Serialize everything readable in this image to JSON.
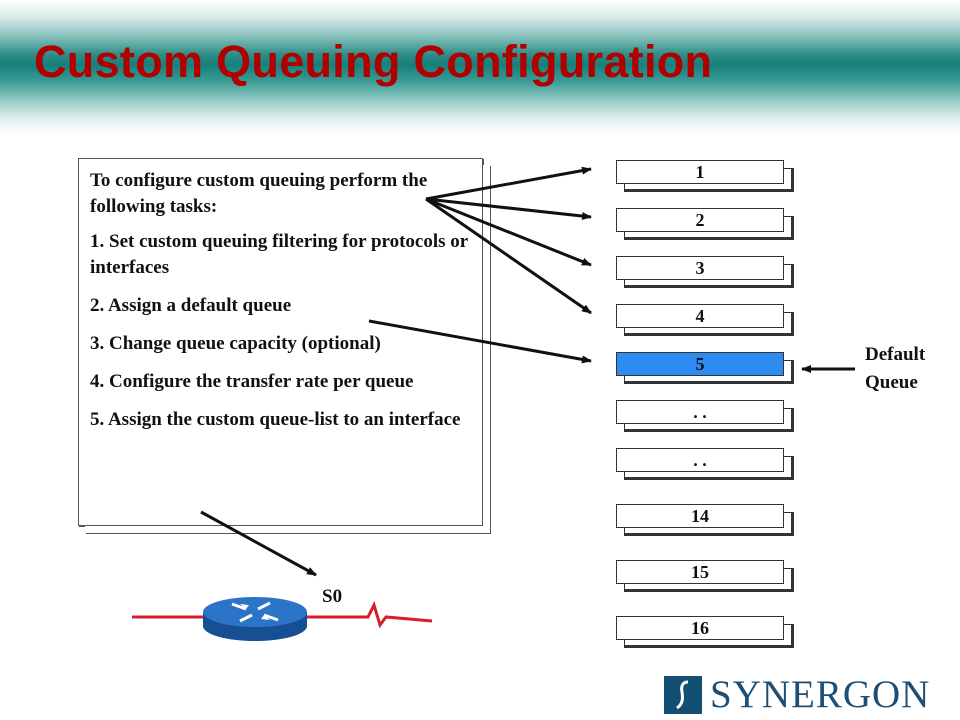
{
  "slide": {
    "title": "Custom Queuing Configuration"
  },
  "tasks": {
    "intro": "To configure custom queuing perform the following tasks:",
    "items": [
      "1. Set custom queuing filtering for protocols or interfaces",
      "2. Assign a default queue",
      "3. Change queue capacity (optional)",
      "4. Configure the transfer rate per queue",
      "5. Assign the custom queue-list to an interface"
    ]
  },
  "queues": [
    {
      "label": "1"
    },
    {
      "label": "2"
    },
    {
      "label": "3"
    },
    {
      "label": "4"
    },
    {
      "label": "5",
      "is_default": true
    },
    {
      "label": ". ."
    },
    {
      "label": ". ."
    },
    {
      "label": "14"
    },
    {
      "label": "15"
    },
    {
      "label": "16"
    }
  ],
  "default_queue_label": "Default Queue",
  "interface_label": "S0",
  "logo": {
    "text": "SYNERGON",
    "color": "#1c4f78"
  },
  "colors": {
    "title": "#b00000",
    "default_queue_fill": "#2e8cf0",
    "router": "#1f5fb0",
    "serial_line": "#d81e2a"
  }
}
